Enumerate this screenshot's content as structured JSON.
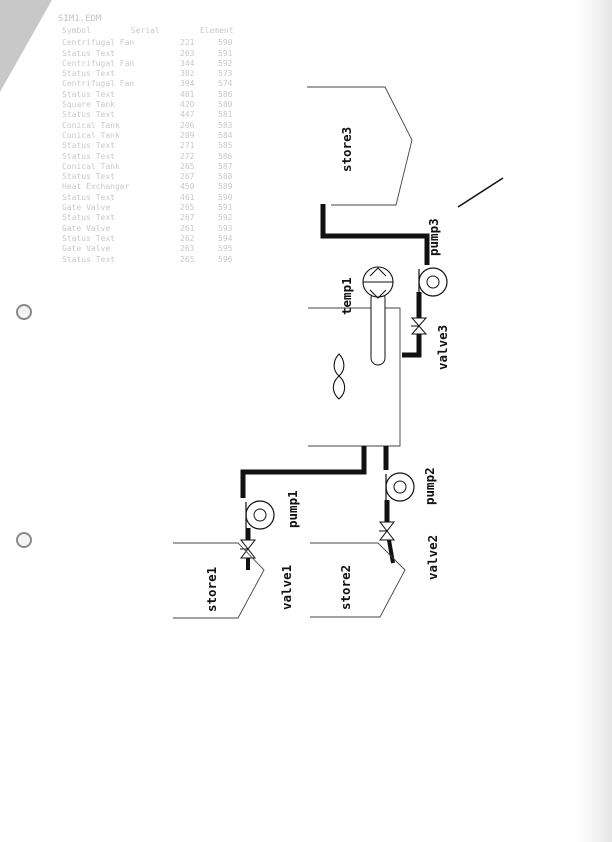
{
  "doc": {
    "filename": "SIM1.EDM",
    "headers": [
      "Symbol",
      "Serial",
      "Element"
    ],
    "rows": [
      [
        "Centrifugal Fan",
        "221",
        "590"
      ],
      [
        "Status Text",
        "263",
        "591"
      ],
      [
        "Centrifugal Fan",
        "344",
        "592"
      ],
      [
        "Status Text",
        "382",
        "573"
      ],
      [
        "Centrifugal Fan",
        "394",
        "574"
      ],
      [
        "Status Text",
        "401",
        "586"
      ],
      [
        "Square Tank",
        "420",
        "580"
      ],
      [
        "Status Text",
        "447",
        "581"
      ],
      [
        "Conical Tank",
        "206",
        "583"
      ],
      [
        "Conical Tank",
        "209",
        "584"
      ],
      [
        "Status Text",
        "271",
        "585"
      ],
      [
        "Status Text",
        "272",
        "586"
      ],
      [
        "Conical Tank",
        "265",
        "587"
      ],
      [
        "Status Text",
        "267",
        "588"
      ],
      [
        "Heat Exchanger",
        "450",
        "589"
      ],
      [
        "Status Text",
        "461",
        "590"
      ],
      [
        "Gate Valve",
        "265",
        "591"
      ],
      [
        "Status Text",
        "267",
        "592"
      ],
      [
        "Gate Valve",
        "261",
        "593"
      ],
      [
        "Status Text",
        "262",
        "594"
      ],
      [
        "Gate Valve",
        "263",
        "595"
      ],
      [
        "Status Text",
        "265",
        "596"
      ]
    ]
  },
  "diagram": {
    "labels": {
      "store1": "store1",
      "store2": "store2",
      "store3": "store3",
      "valve1": "valve1",
      "valve2": "valve2",
      "valve3": "valve3",
      "pump1": "pump1",
      "pump2": "pump2",
      "pump3": "pump3",
      "temp1": "temp1"
    },
    "colors": {
      "ink": "#111111",
      "faint": "#c8c8c8"
    }
  }
}
